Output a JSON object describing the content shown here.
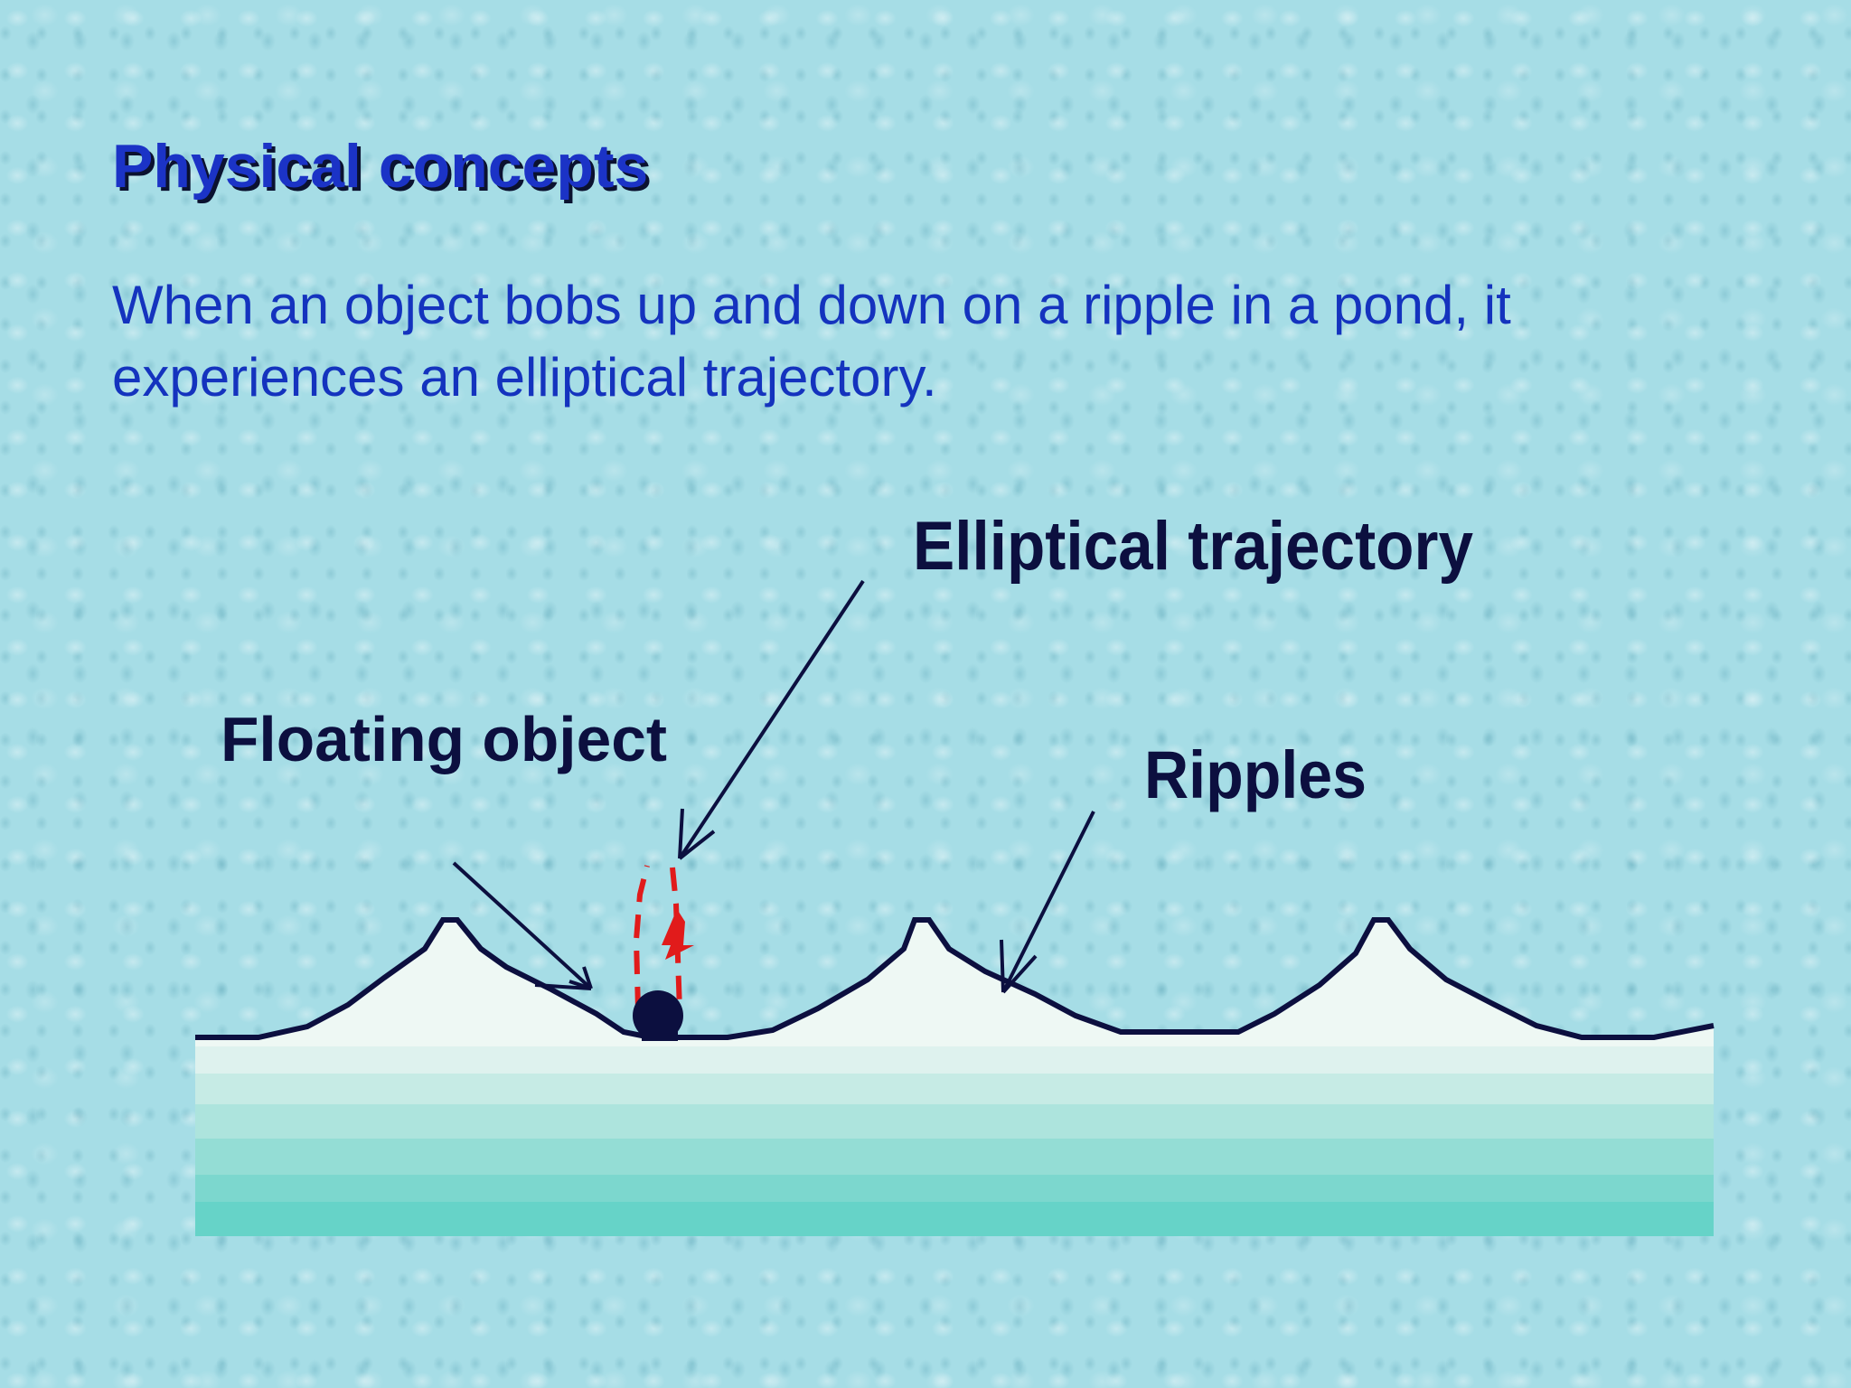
{
  "slide": {
    "title": "Physical concepts",
    "body": "When an object bobs up and down on a ripple in a pond, it experiences an elliptical trajectory."
  },
  "diagram": {
    "labels": {
      "floating_object": "Floating object",
      "elliptical_trajectory": "Elliptical trajectory",
      "ripples": "Ripples"
    }
  },
  "colors": {
    "title": "#1b33c6",
    "body_text": "#1433be",
    "title_shadow": "#0b1230",
    "outline": "#0c0f3f",
    "trajectory": "#e11b1b",
    "water_top": "#eef8f4",
    "water_bottom": "#66d3c8"
  }
}
